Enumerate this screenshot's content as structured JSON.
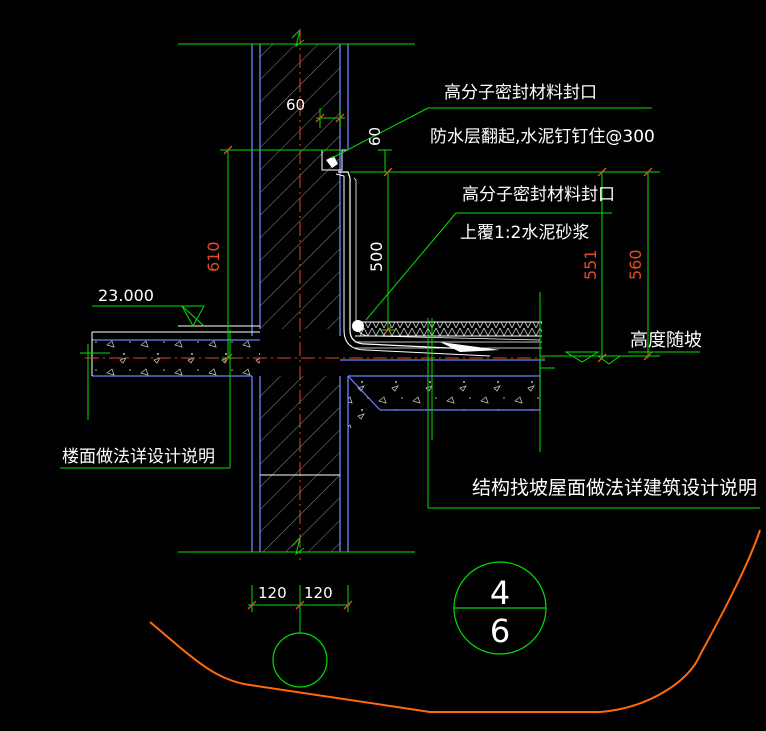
{
  "colors": {
    "background": "#000000",
    "wall": "#6b84ff",
    "leader": "#00e000",
    "dimension": "#e04a28",
    "text": "#ffffff",
    "hatch": "#a8a8a8",
    "boundary": "#ff6a0a"
  },
  "labels": {
    "sealant_top": "高分子密封材料封口",
    "waterproof_note": "防水层翻起,水泥钉钉住@300",
    "sealant_mid": "高分子密封材料封口",
    "mortar_note": "上覆1:2水泥砂浆",
    "slope_height": "高度随坡",
    "elevation": "23.000",
    "floor_note": "楼面做法详设计说明",
    "roof_note": "结构找坡屋面做法详建筑设计说明"
  },
  "dimensions": {
    "top_width": "60",
    "corner_60": "60",
    "wall_610": "610",
    "upturn_500": "500",
    "dim_551": "551",
    "dim_560": "560",
    "half_left": "120",
    "half_right": "120"
  },
  "detail_index": {
    "number": "4",
    "sheet": "6"
  }
}
